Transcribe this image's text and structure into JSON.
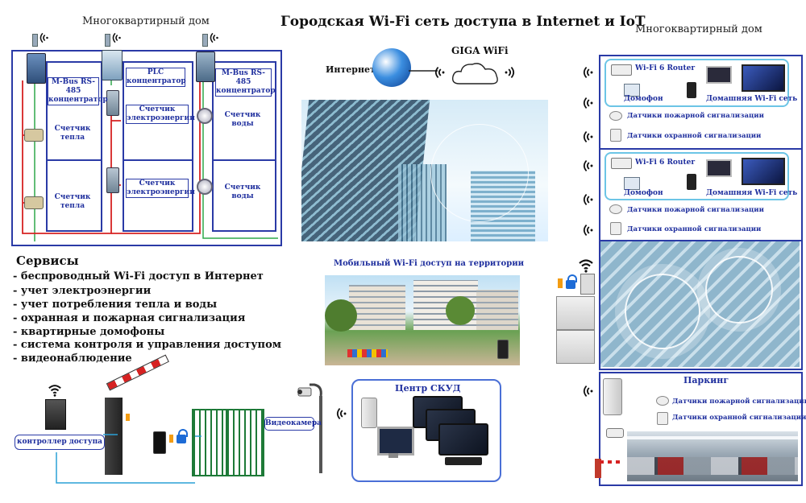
{
  "title": "Городская Wi-Fi сеть доступа в Internet и IoT",
  "left_building": {
    "heading": "Многоквартирный дом",
    "labels": {
      "mbus1": "M-Bus RS-485 концентратор",
      "plc": "PLC концентратор",
      "mbus2": "M-Bus RS-485 концентратор",
      "heat1": "Счетчик тепла",
      "heat2": "Счетчик тепла",
      "elec1": "Счетчик электроэнергии",
      "elec2": "Счетчик электроэнергии",
      "water1": "Счетчик воды",
      "water2": "Счетчик воды"
    }
  },
  "center": {
    "internet": "Интернет",
    "giga": "GIGA WiFi",
    "mobile_caption": "Мобильный Wi-Fi доступ на территории"
  },
  "services": {
    "heading": "Сервисы",
    "items": [
      "беспроводный Wi-Fi доступ в Интернет",
      "учет электроэнергии",
      "учет потребления тепла и воды",
      "охранная и пожарная сигнализация",
      "квартирные домофоны",
      "система контроля и управления доступом",
      "видеонаблюдение"
    ]
  },
  "access": {
    "controller": "контроллер доступа",
    "camera": "Видеокамера",
    "center": "Центр СКУД"
  },
  "right_building": {
    "heading": "Многоквартирный дом",
    "apartments": [
      {
        "router": "Wi-Fi 6 Router",
        "intercom": "Домофон",
        "home": "Домашняя Wi-Fi сеть",
        "fire": "Датчики пожарной сигнализации",
        "security": "Датчики охранной сигнализации"
      },
      {
        "router": "Wi-Fi 6 Router",
        "intercom": "Домофон",
        "home": "Домашняя Wi-Fi сеть",
        "fire": "Датчики пожарной сигнализации",
        "security": "Датчики охранной сигнализации"
      }
    ],
    "parking": {
      "title": "Паркинг",
      "fire": "Датчики пожарной сигнализации",
      "security": "Датчики охранной сигнализации"
    }
  },
  "colors": {
    "primary": "#1f2f9e",
    "line_red": "#d62222",
    "line_green": "#2fa84a",
    "line_cyan": "#2aa0d6",
    "fence": "#1e7a38"
  }
}
